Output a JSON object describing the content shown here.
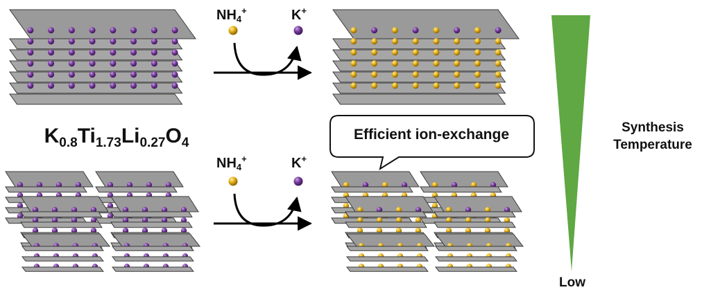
{
  "colors": {
    "sheet_fill": "#a6a6a6",
    "sheet_top_fill": "#9a9a9a",
    "sheet_stroke": "#3a3a3a",
    "potassium_ion": "#7b3fa0",
    "ammonium_ion": "#e8b318",
    "gradient_triangle": "#5fa843",
    "arrow": "#000000"
  },
  "formula": {
    "parts": [
      {
        "base": "K",
        "sub": "0.8"
      },
      {
        "base": "Ti",
        "sub": "1.73"
      },
      {
        "base": "Li",
        "sub": "0.27"
      },
      {
        "base": "O",
        "sub": "4"
      }
    ]
  },
  "exchange_top": {
    "in_ion": {
      "base": "NH",
      "sub": "4",
      "sup": "+"
    },
    "out_ion": {
      "base": "K",
      "sup": "+"
    }
  },
  "exchange_bottom": {
    "in_ion": {
      "base": "NH",
      "sub": "4",
      "sup": "+"
    },
    "out_ion": {
      "base": "K",
      "sup": "+"
    }
  },
  "callout": {
    "text": "Efficient ion-exchange"
  },
  "gradient": {
    "title_line1": "Synthesis",
    "title_line2": "Temperature",
    "low_label": "Low"
  },
  "icons": {
    "ion_in": "ammonium-ion-icon",
    "ion_out": "potassium-ion-icon",
    "exchange_arrow": "curved-arrow-icon"
  }
}
